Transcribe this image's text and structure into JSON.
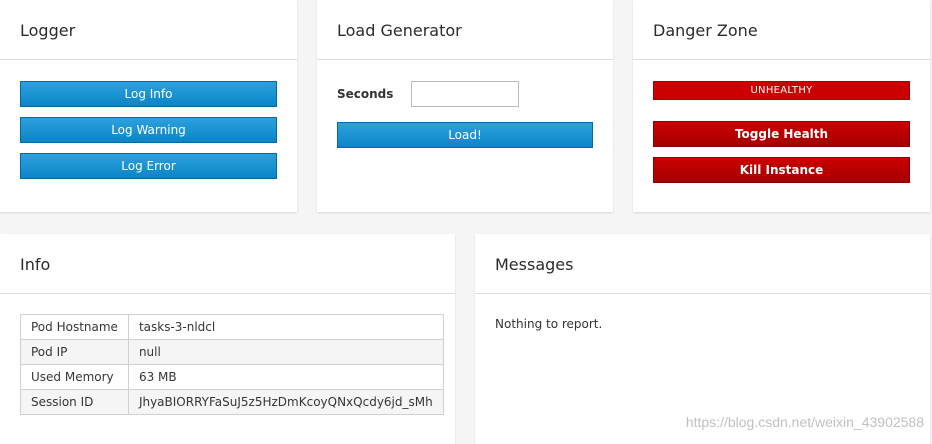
{
  "logger": {
    "title": "Logger",
    "buttons": [
      "Log Info",
      "Log Warning",
      "Log Error"
    ]
  },
  "load_generator": {
    "title": "Load Generator",
    "seconds_label": "Seconds",
    "seconds_value": "",
    "load_button": "Load!"
  },
  "danger_zone": {
    "title": "Danger Zone",
    "status": "UNHEALTHY",
    "toggle_button": "Toggle Health",
    "kill_button": "Kill Instance"
  },
  "info": {
    "title": "Info",
    "rows": [
      {
        "key": "Pod Hostname",
        "value": "tasks-3-nldcl"
      },
      {
        "key": "Pod IP",
        "value": "null"
      },
      {
        "key": "Used Memory",
        "value": "63 MB"
      },
      {
        "key": "Session ID",
        "value": "JhyaBIORRYFaSuJ5z5HzDmKcoyQNxQcdy6jd_sMh"
      }
    ]
  },
  "messages": {
    "title": "Messages",
    "empty_text": "Nothing to report."
  },
  "watermark": "https://blog.csdn.net/weixin_43902588",
  "colors": {
    "primary_button": "#0a85c8",
    "danger_button": "#cc0000",
    "page_background": "#f5f5f5",
    "card_background": "#ffffff"
  }
}
